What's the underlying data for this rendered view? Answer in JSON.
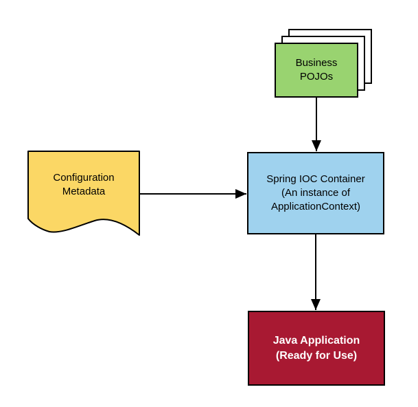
{
  "diagram": {
    "description": "Spring IOC Container flow diagram",
    "colors": {
      "background": "#FFFFFF",
      "stroke": "#000000",
      "business_pojos_fill": "#99D370",
      "configuration_metadata_fill": "#FBD765",
      "spring_ioc_container_fill": "#9FD2EE",
      "java_application_fill": "#A81932",
      "java_application_text": "#FFFFFF"
    },
    "nodes": {
      "business_pojos": {
        "shape": "stacked-rectangles",
        "lines": [
          "Business",
          "POJOs"
        ]
      },
      "configuration_metadata": {
        "shape": "document",
        "lines": [
          "Configuration",
          "Metadata"
        ]
      },
      "spring_ioc_container": {
        "shape": "rectangle",
        "lines": [
          "Spring IOC Container",
          "(An instance of",
          "ApplicationContext)"
        ]
      },
      "java_application": {
        "shape": "rectangle",
        "lines": [
          "Java Application",
          "(Ready for Use)"
        ]
      }
    },
    "edges": [
      {
        "from": "business_pojos",
        "to": "spring_ioc_container",
        "direction": "down"
      },
      {
        "from": "configuration_metadata",
        "to": "spring_ioc_container",
        "direction": "right"
      },
      {
        "from": "spring_ioc_container",
        "to": "java_application",
        "direction": "down"
      }
    ]
  }
}
